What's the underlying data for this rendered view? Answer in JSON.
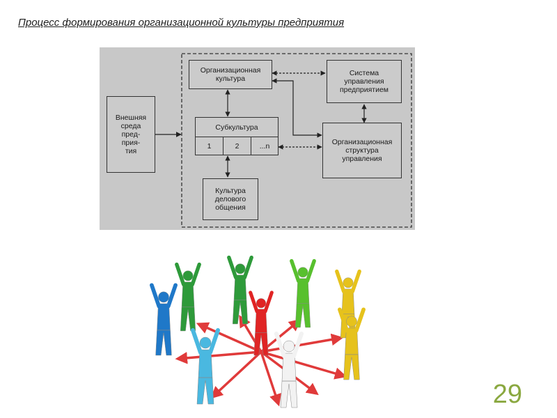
{
  "slide": {
    "title": "Процесс формирования организационной культуры предприятия",
    "page_number": "29"
  },
  "diagram": {
    "external": "Внешняя\nсреда\nпред-\nприя-\nтия",
    "org_culture": "Организационная\nкультура",
    "system": "Система\nуправления\nпредприятием",
    "subculture": "Субкультура",
    "sub_cells": [
      "1",
      "2",
      "...n"
    ],
    "structure": "Организационная\nструктура\nуправления",
    "business": "Культура\nделового\nобщения"
  },
  "illustration": {
    "colors": {
      "red": "#e02424",
      "arrow": "#e03a3a",
      "blue": "#1f78c8",
      "green": "#2e9a3a",
      "lime": "#58c02e",
      "yellow": "#e6c21c",
      "cyan": "#4ab8e0",
      "white": "#f2f2f2"
    }
  }
}
